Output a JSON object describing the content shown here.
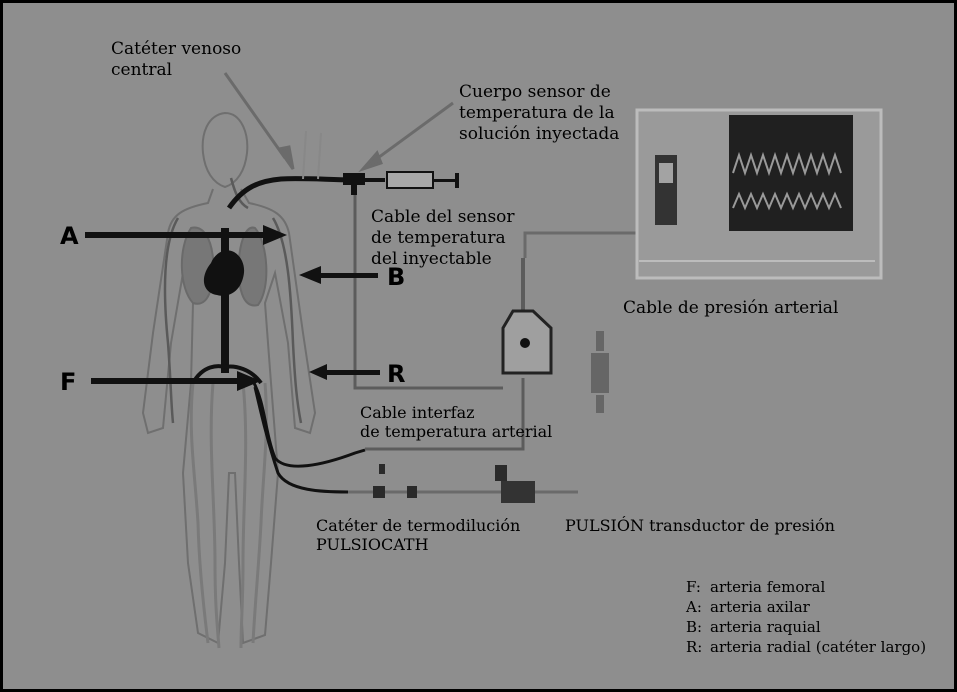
{
  "labels": {
    "cvc": [
      "Catéter venoso",
      "central"
    ],
    "sensor_body": [
      "Cuerpo sensor de",
      "temperatura de la",
      "solución inyectada"
    ],
    "sensor_cable": [
      "Cable del sensor",
      "de temperatura",
      "del inyectable"
    ],
    "arterial_pressure_cable": "Cable de presión arterial",
    "interface_cable": [
      "Cable interfaz",
      "de temperatura arterial"
    ],
    "thermodilution_catheter": [
      "Catéter de termodilución",
      "PULSIOCATH"
    ],
    "transducer": "PULSIÓN transductor de presión"
  },
  "letters": {
    "a": "A",
    "b": "B",
    "f": "F",
    "r": "R"
  },
  "legend": [
    {
      "key": "F:",
      "text": "arteria femoral"
    },
    {
      "key": "A:",
      "text": "arteria axilar"
    },
    {
      "key": "B:",
      "text": "arteria raquial"
    },
    {
      "key": "R:",
      "text": "arteria radial (catéter largo)"
    }
  ]
}
